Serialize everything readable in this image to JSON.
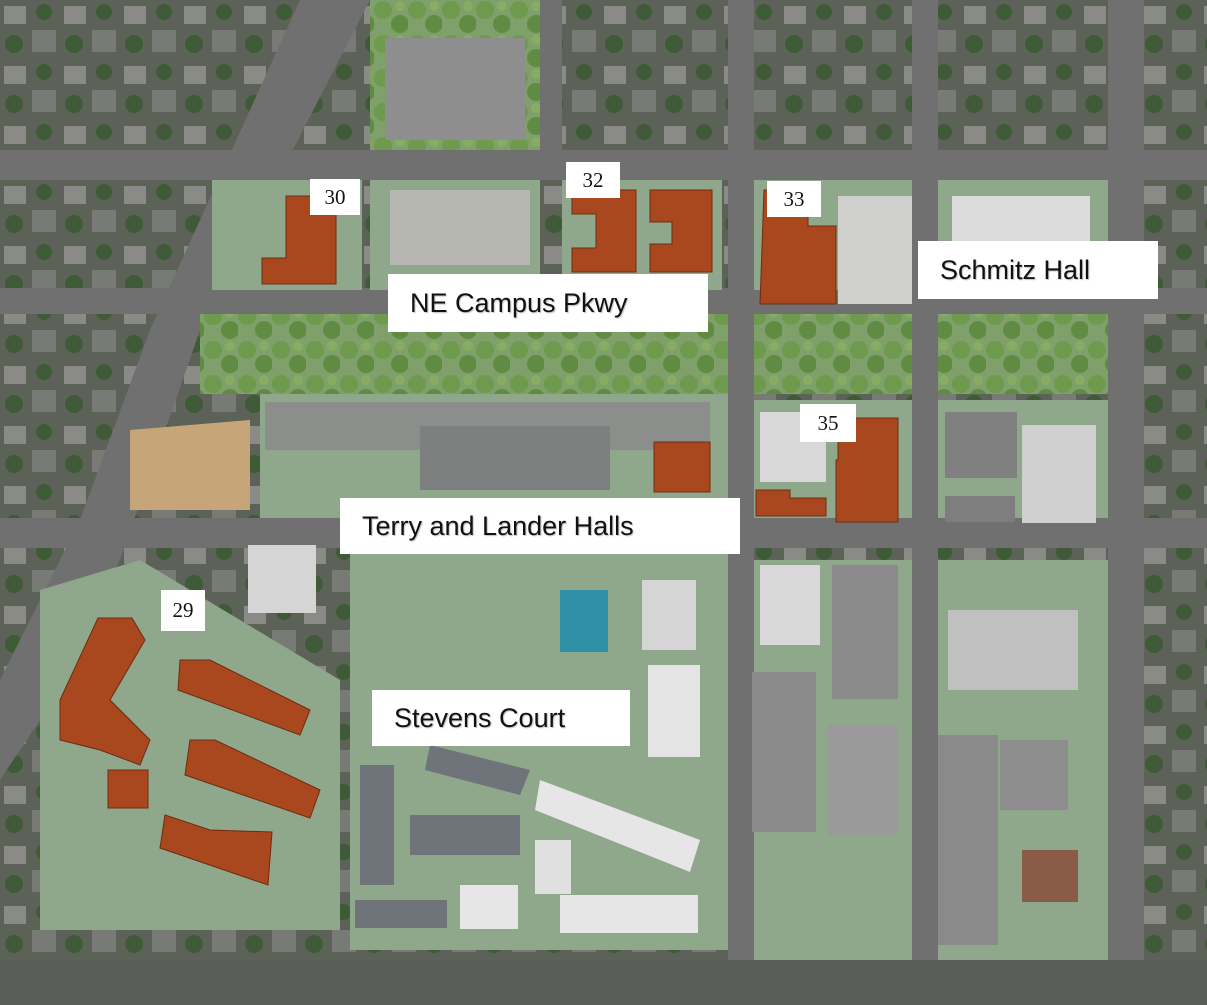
{
  "labels": {
    "ne_campus_pkwy": "NE Campus Pkwy",
    "schmitz_hall": "Schmitz Hall",
    "terry_lander": "Terry and Lander Halls",
    "stevens_court": "Stevens Court"
  },
  "site_numbers": {
    "s29": "29",
    "s30": "30",
    "s32": "32",
    "s33": "33",
    "s35": "35"
  },
  "colors": {
    "proposed_building": "#a9471f",
    "green_space": "#8fa78a",
    "street": "#6f6f6a",
    "tree": "#6d9a4c"
  }
}
